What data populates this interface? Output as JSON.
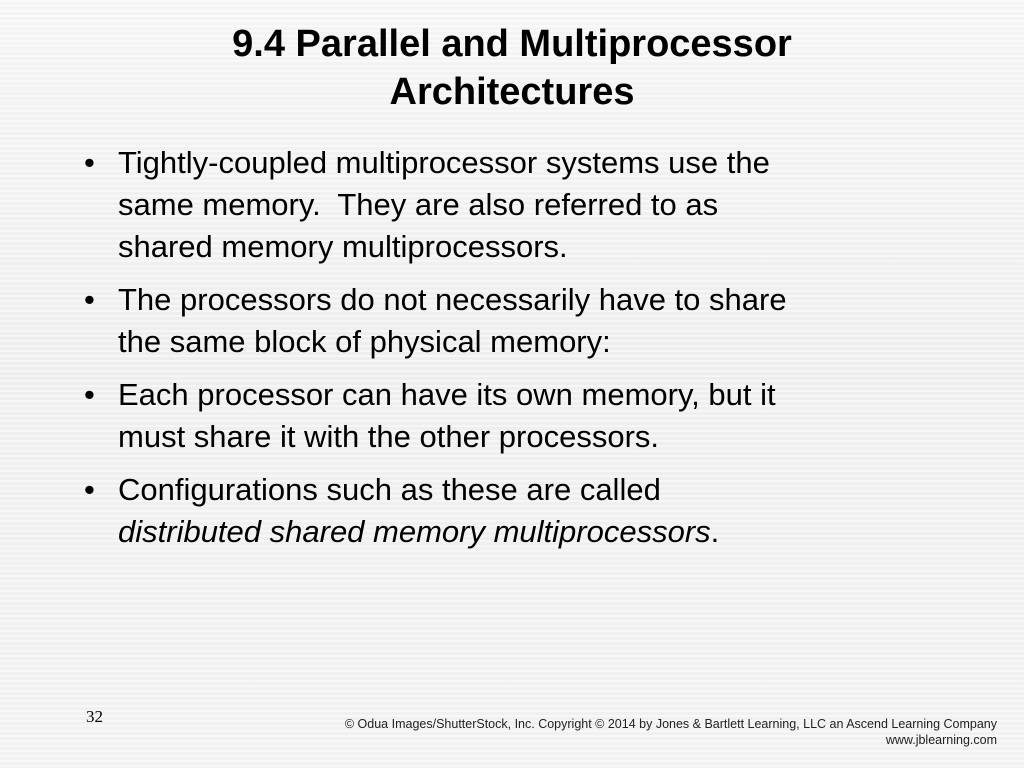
{
  "slide": {
    "title_line1": "9.4 Parallel and Multiprocessor",
    "title_line2": "Architectures",
    "bullet_symbol": "•",
    "bullets": [
      {
        "lines": [
          "Tightly-coupled multiprocessor systems use the",
          "same memory.  They are also referred to as",
          "shared memory multiprocessors."
        ]
      },
      {
        "lines": [
          "The processors do not necessarily have to share",
          "the same block of physical memory:"
        ]
      },
      {
        "lines": [
          "Each processor can have its own memory, but it",
          "must share it with the other processors."
        ]
      },
      {
        "line1": "Configurations such as these are called",
        "line2_italic": "distributed shared memory multiprocessors",
        "line2_tail": "."
      }
    ],
    "page_number": "32",
    "copyright_line1": "© Odua Images/ShutterStock, Inc. Copyright © 2014 by Jones & Bartlett Learning, LLC an Ascend Learning Company",
    "copyright_line2": "www.jblearning.com"
  }
}
